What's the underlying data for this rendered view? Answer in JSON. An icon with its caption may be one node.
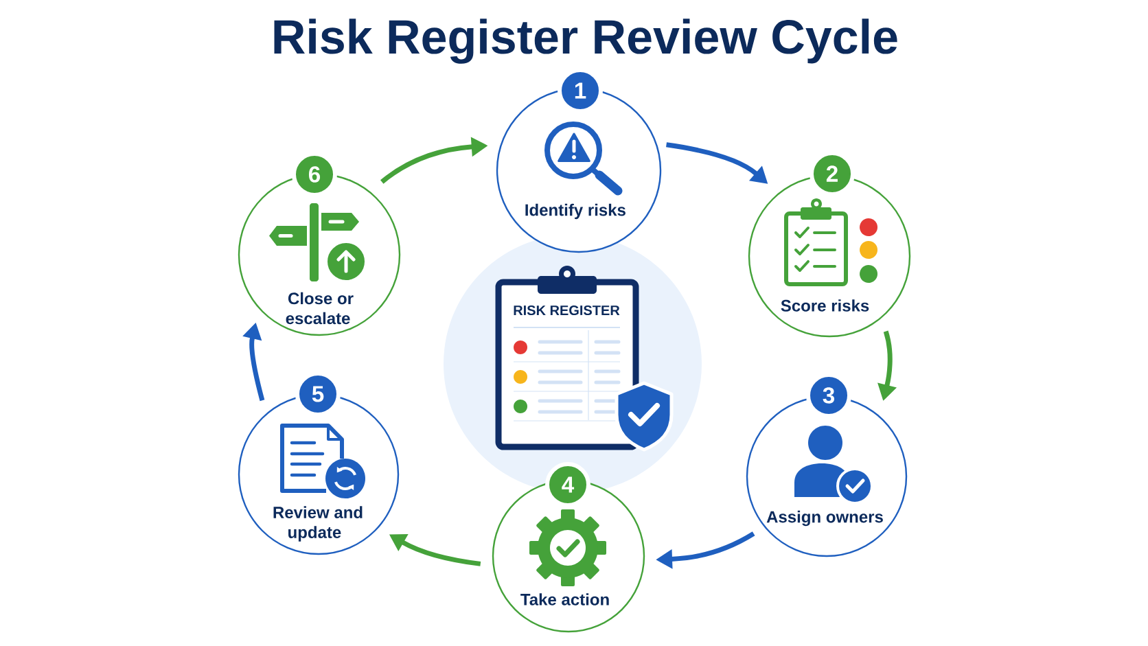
{
  "diagram": {
    "title": "Risk Register Review Cycle",
    "nodes": [
      {
        "text": [
          "1",
          "Identify risks"
        ]
      },
      {
        "text": [
          "2",
          "Score risks"
        ]
      },
      {
        "text": [
          "3",
          "Assign owners"
        ]
      },
      {
        "text": [
          "4",
          "Take action"
        ]
      },
      {
        "text": [
          "5",
          "Review and update"
        ]
      },
      {
        "text": [
          "6",
          "Close or escalate"
        ]
      },
      {
        "text": [
          "RISK REGISTER"
        ]
      }
    ],
    "edges": [
      {
        "from": 0,
        "to": 1,
        "arrow": "to",
        "color": "#1f5fbf"
      },
      {
        "from": 1,
        "to": 2,
        "arrow": "to",
        "color": "#45a23a"
      },
      {
        "from": 2,
        "to": 3,
        "arrow": "to",
        "color": "#1f5fbf"
      },
      {
        "from": 3,
        "to": 4,
        "arrow": "to",
        "color": "#45a23a"
      },
      {
        "from": 4,
        "to": 5,
        "arrow": "to",
        "color": "#1f5fbf"
      },
      {
        "from": 5,
        "to": 0,
        "arrow": "to",
        "color": "#45a23a"
      }
    ]
  }
}
